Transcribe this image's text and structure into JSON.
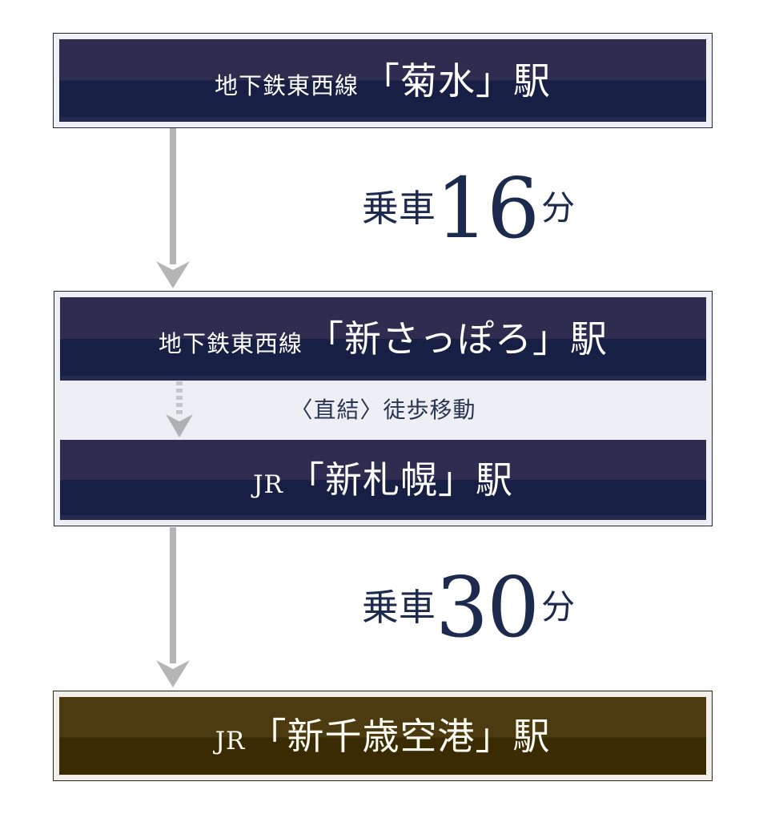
{
  "route": {
    "stops": [
      {
        "line": "地下鉄東西線",
        "station": "「菊水」駅"
      },
      {
        "line": "地下鉄東西線",
        "station": "「新さっぽろ」駅"
      },
      {
        "line": "JR",
        "station": "「新札幌」駅"
      },
      {
        "line": "JR",
        "station": "「新千歳空港」駅"
      }
    ],
    "segments": [
      {
        "mode_label": "乗車",
        "minutes": "16",
        "unit": "分"
      },
      {
        "mode_label": "乗車",
        "minutes": "30",
        "unit": "分"
      }
    ],
    "transfer": {
      "label": "〈直結〉徒歩移動"
    }
  },
  "colors": {
    "navy-top": "#2e2d4f",
    "navy-bottom": "#172044",
    "gold-top": "#4c3b10",
    "gold-bottom": "#3a2b03",
    "frame-border": "#20243a",
    "frame-border-gold": "#2b2515",
    "frame-bg-navy": "#eef0f5",
    "frame-bg-mid": "#edeff4",
    "frame-bg-gold": "#f1efe7",
    "arrow-solid": "#b5b5b5",
    "arrow-dash": "#c6c6c6",
    "arrow-dash-head": "#b0b0b0",
    "ride-color": "#1b2a4d",
    "transfer-color": "#273452"
  }
}
